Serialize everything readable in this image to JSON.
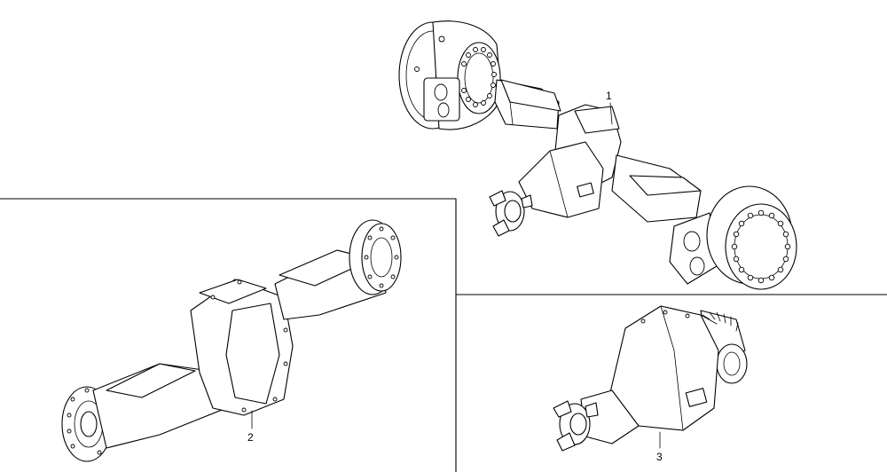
{
  "callouts": {
    "item_1": "1",
    "item_2": "2",
    "item_3": "3"
  },
  "colors": {
    "line": "#000000",
    "background": "#ffffff"
  }
}
